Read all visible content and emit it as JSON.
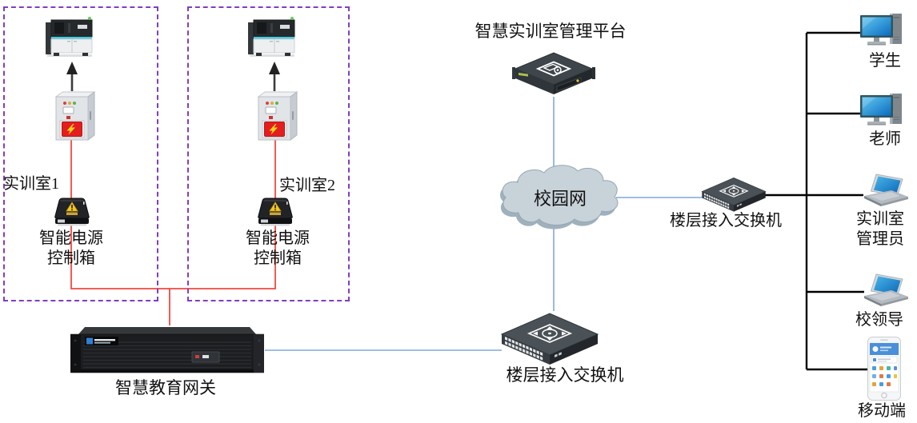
{
  "colors": {
    "room_border": "#7e3fc1",
    "power_line": "#f4483f",
    "network_line": "#7fa8dc",
    "lan_line": "#000000",
    "cloud_fill": "#c8d2d9",
    "screen_blue": "#1e88d2"
  },
  "rooms": [
    {
      "label": "实训室1",
      "controller_name_line1": "智能电源",
      "controller_name_line2": "控制箱"
    },
    {
      "label": "实训室2",
      "controller_name_line1": "智能电源",
      "controller_name_line2": "控制箱"
    }
  ],
  "gateway": {
    "label": "智慧教育网关"
  },
  "platform": {
    "label": "智慧实训室管理平台"
  },
  "cloud": {
    "label": "校园网"
  },
  "switches": {
    "bottom": {
      "label": "楼层接入交换机"
    },
    "right": {
      "label": "楼层接入交换机"
    }
  },
  "clients": [
    {
      "label": "学生",
      "type": "desktop"
    },
    {
      "label": "老师",
      "type": "desktop"
    },
    {
      "label_line1": "实训室",
      "label_line2": "管理员",
      "type": "laptop"
    },
    {
      "label": "校领导",
      "type": "laptop"
    },
    {
      "label": "移动端",
      "type": "phone"
    }
  ]
}
